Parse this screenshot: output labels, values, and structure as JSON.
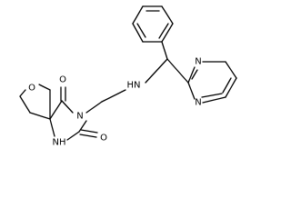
{
  "image_type": "chemical structure diagram",
  "colors": {
    "background": "#ffffff",
    "bond": "#000000",
    "label": "#000000"
  },
  "atoms": {
    "o_ring": "O",
    "o_upper": "O",
    "o_lower": "O",
    "n_imide": "N",
    "nh_ring": "NH",
    "nh_amine": "HN",
    "n_pyr_top": "N",
    "n_pyr_bottom": "N"
  }
}
